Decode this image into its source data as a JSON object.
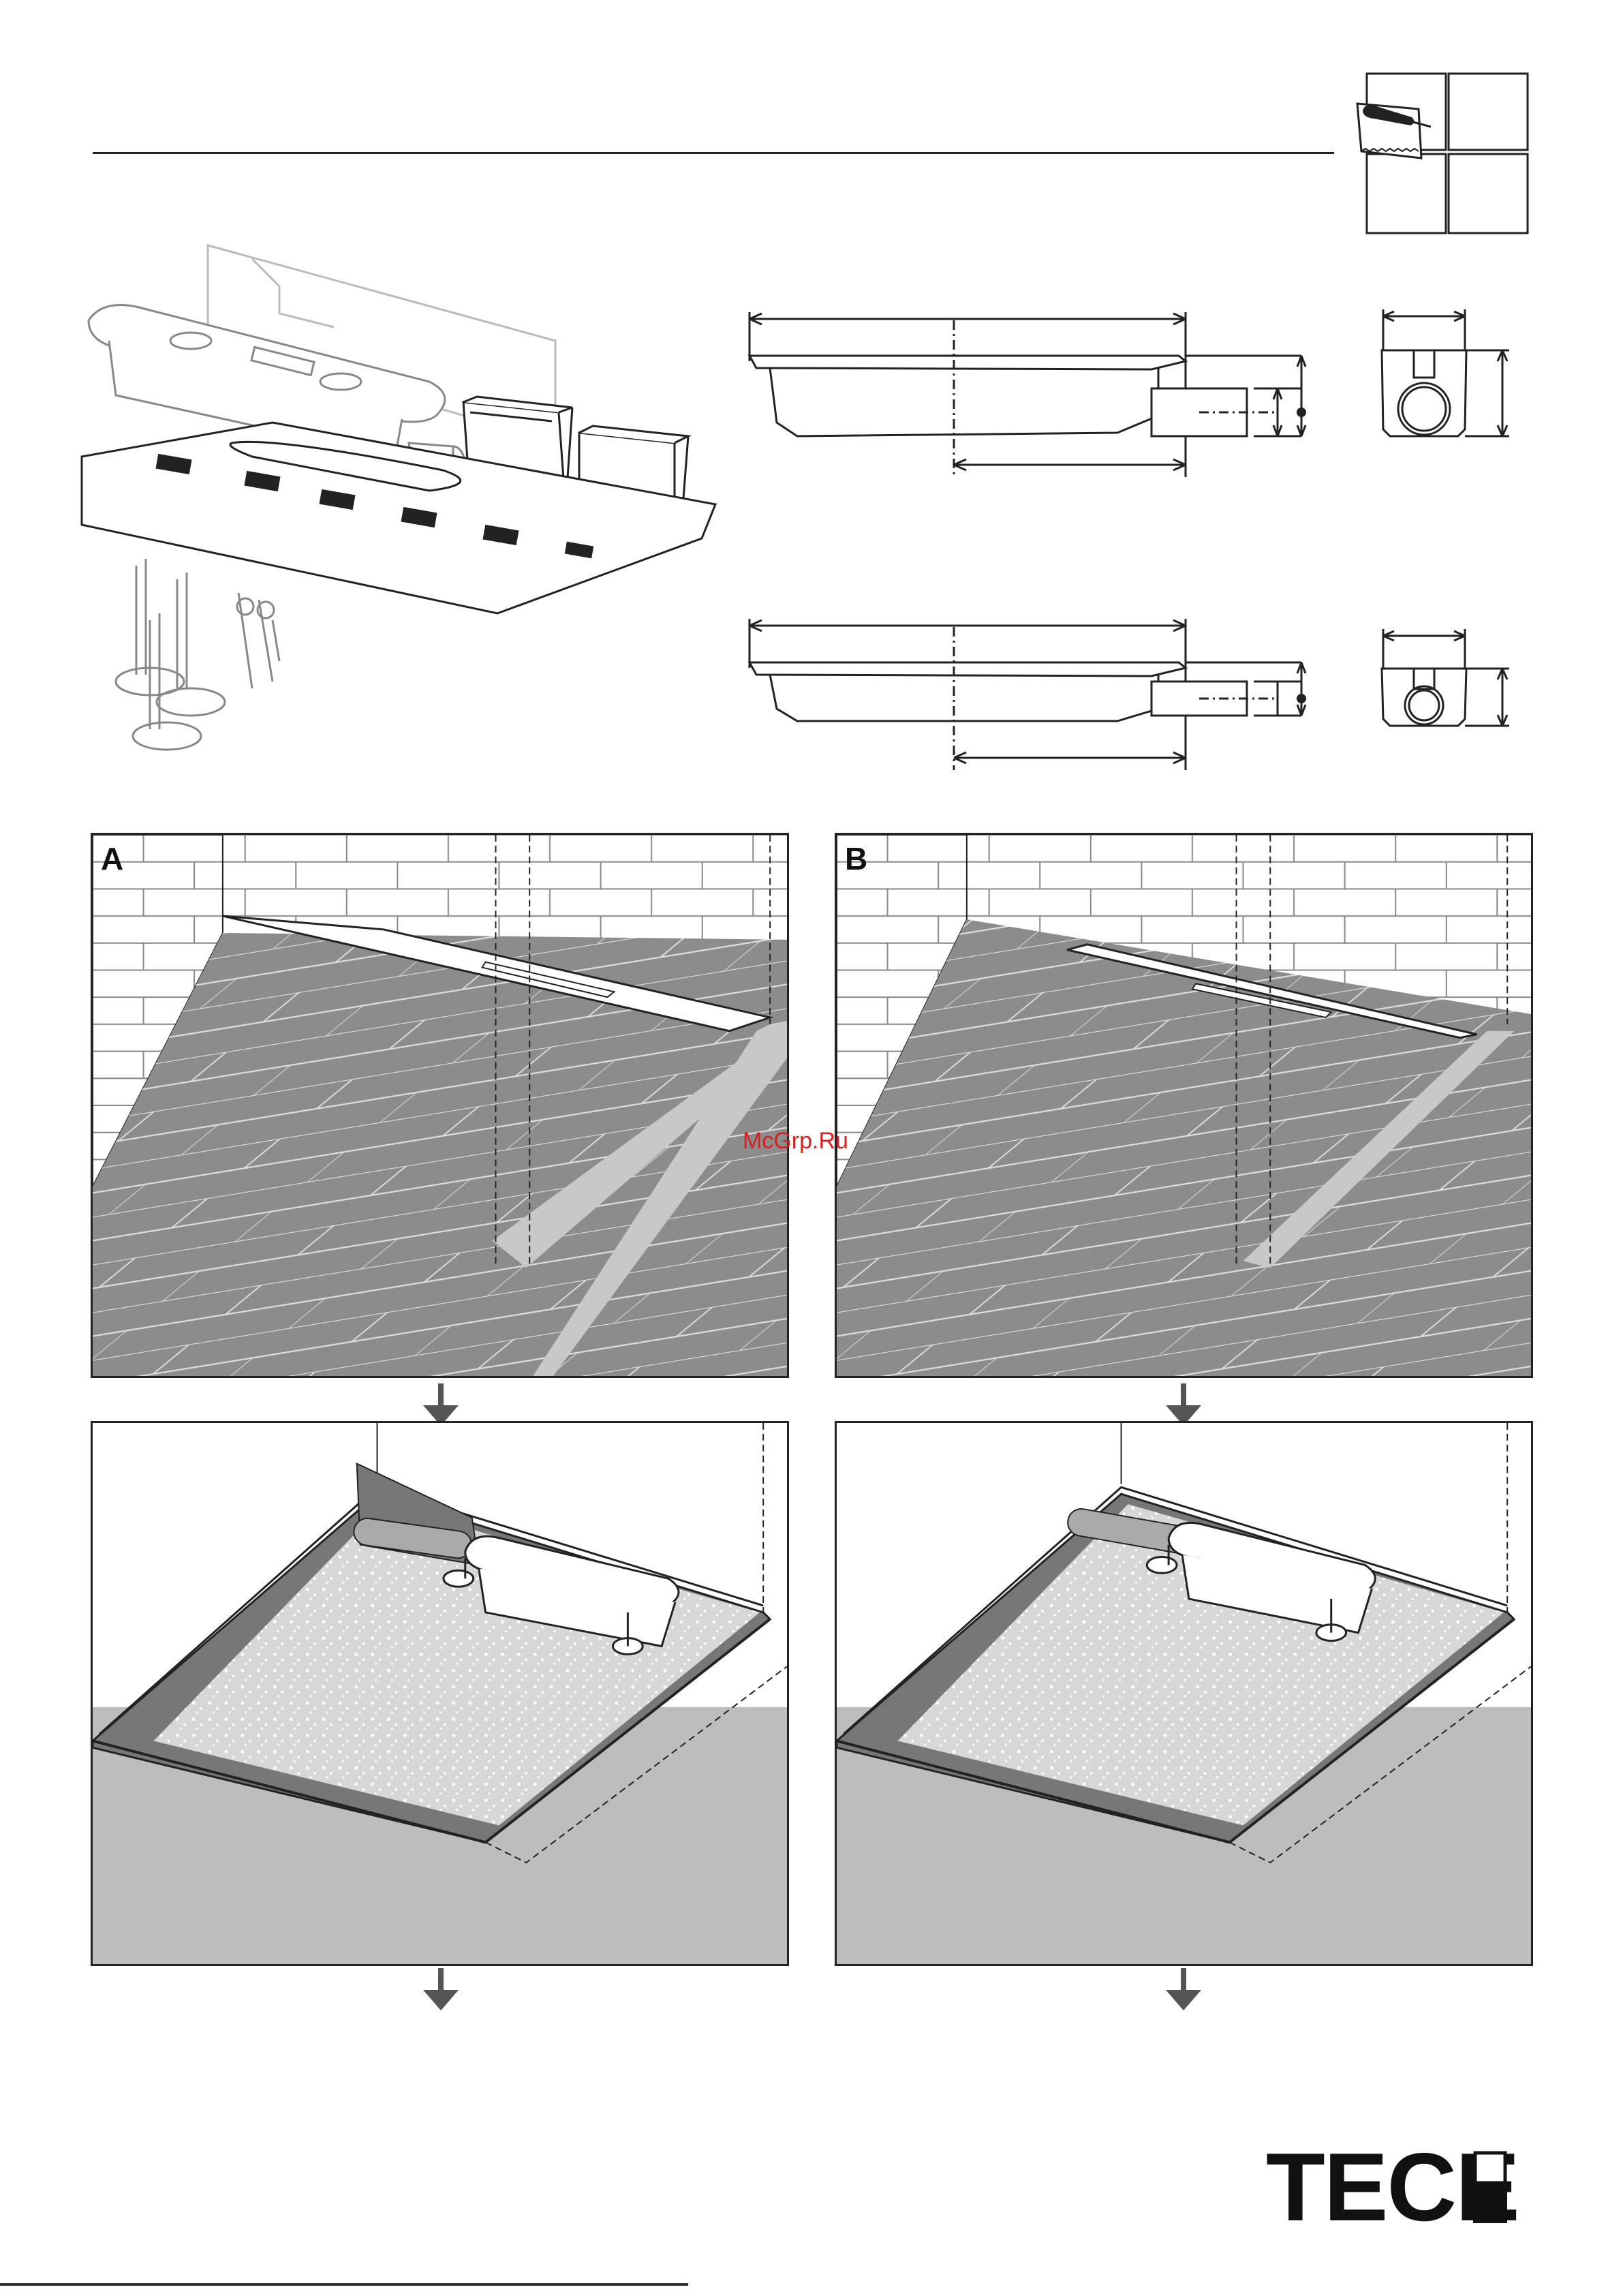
{
  "panels": {
    "a": {
      "label": "A"
    },
    "b": {
      "label": "B"
    }
  },
  "watermark": {
    "text": "McGrp.Ru"
  },
  "logo": {
    "text": "TECE"
  },
  "colors": {
    "tile": "#8c8c8c",
    "grout": "#c8c8c8",
    "wall": "#ffffff",
    "concrete": "#bdbdbd",
    "screed": "#d7d7d7",
    "line": "#222222",
    "watermark": "#d92020"
  },
  "icons": [
    "tiling-trowel-icon",
    "down-arrow-icon",
    "tece-logo-squares"
  ]
}
